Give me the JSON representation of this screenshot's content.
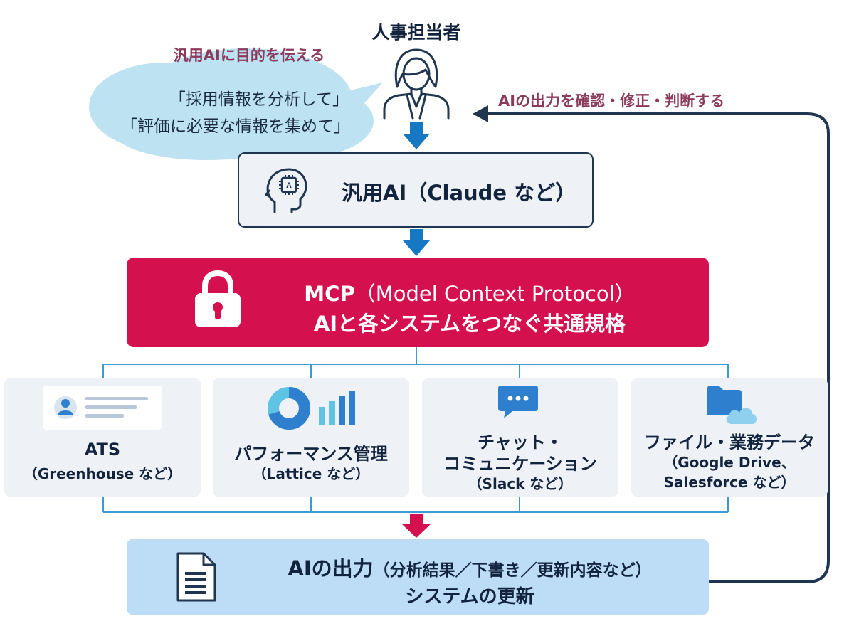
{
  "person": {
    "label": "人事担当者"
  },
  "speech": {
    "caption": "汎用AIに目的を伝える",
    "line1": "「採用情報を分析して」",
    "line2": "「評価に必要な情報を集めて」"
  },
  "feedback": {
    "label": "AIの出力を確認・修正・判断する"
  },
  "ai": {
    "title": "汎用AI（Claude など）",
    "chip_letter": "A"
  },
  "mcp": {
    "name": "MCP",
    "full_name": "（Model Context Protocol）",
    "description": "AIと各システムをつなぐ共通規格"
  },
  "systems": [
    {
      "name": "ATS",
      "example": "（Greenhouse など）"
    },
    {
      "name": "パフォーマンス管理",
      "example": "（Lattice など）"
    },
    {
      "name_line1": "チャット・",
      "name_line2": "コミュニケーション",
      "example": "（Slack など）"
    },
    {
      "name": "ファイル・業務データ",
      "example_line1": "（Google Drive、",
      "example_line2": "Salesforce など）"
    }
  ],
  "output": {
    "title": "AIの出力",
    "detail": "（分析結果／下書き／更新内容など）",
    "line2": "システムの更新"
  },
  "colors": {
    "navy": "#1f3550",
    "mcp_red": "#d5104e",
    "arrow_blue": "#1677c2",
    "arrow_red": "#d5104e",
    "connector_blue": "#3e9ad6",
    "bubble": "#bde2f2",
    "output_box": "#bddcf5",
    "accent_text": "#8b3a5c"
  }
}
